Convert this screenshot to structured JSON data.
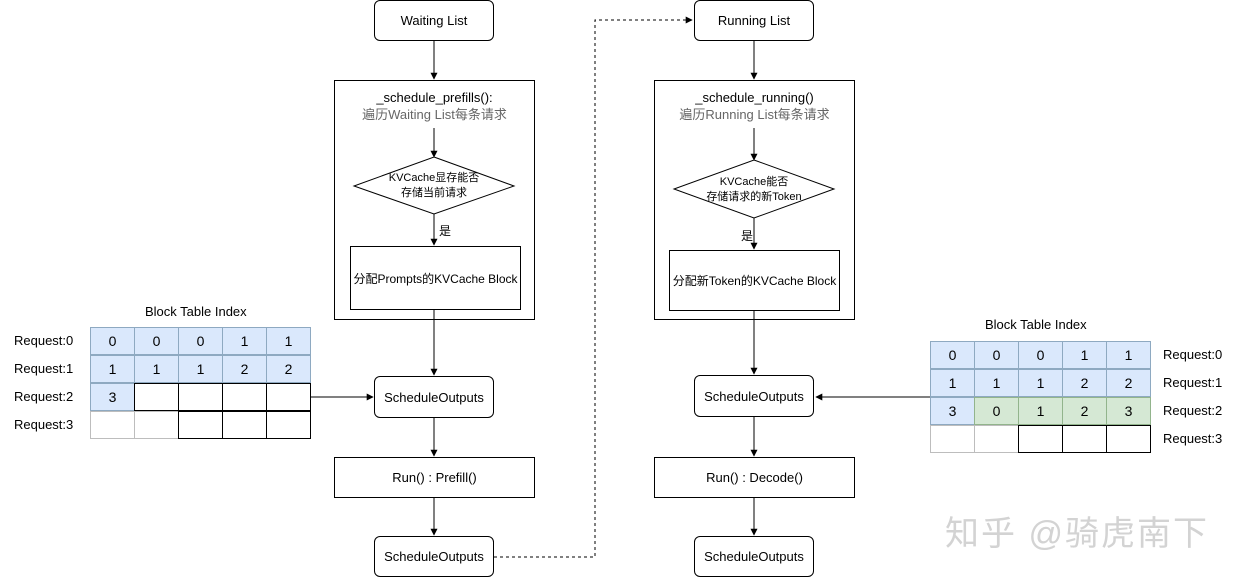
{
  "left_flow": {
    "waiting_list": "Waiting List",
    "schedule_fn": "_schedule_prefills():",
    "schedule_sub": "遍历Waiting List每条请求",
    "decision": [
      "KVCache显存能否",
      "存储当前请求"
    ],
    "yes": "是",
    "allocate": "分配Prompts的KVCache Block",
    "schedule_outputs_1": "ScheduleOutputs",
    "run": "Run() : Prefill()",
    "schedule_outputs_2": "ScheduleOutputs"
  },
  "right_flow": {
    "running_list": "Running List",
    "schedule_fn": "_schedule_running()",
    "schedule_sub": "遍历Running List每条请求",
    "decision": [
      "KVCache能否",
      "存储请求的新Token"
    ],
    "yes": "是",
    "allocate": "分配新Token的KVCache Block",
    "schedule_outputs_1": "ScheduleOutputs",
    "run": "Run() : Decode()",
    "schedule_outputs_2": "ScheduleOutputs"
  },
  "left_table": {
    "title": "Block Table Index",
    "rows": [
      {
        "label": "Request:0",
        "cells": [
          "0",
          "0",
          "0",
          "1",
          "1"
        ]
      },
      {
        "label": "Request:1",
        "cells": [
          "1",
          "1",
          "1",
          "2",
          "2"
        ]
      },
      {
        "label": "Request:2",
        "cells": [
          "3",
          "",
          "",
          "",
          ""
        ]
      },
      {
        "label": "Request:3",
        "cells": [
          "",
          "",
          "",
          "",
          ""
        ]
      }
    ]
  },
  "right_table": {
    "title": "Block Table Index",
    "rows": [
      {
        "label": "Request:0",
        "cells": [
          "0",
          "0",
          "0",
          "1",
          "1"
        ]
      },
      {
        "label": "Request:1",
        "cells": [
          "1",
          "1",
          "1",
          "2",
          "2"
        ]
      },
      {
        "label": "Request:2",
        "cells": [
          "3",
          "0",
          "1",
          "2",
          "3"
        ]
      },
      {
        "label": "Request:3",
        "cells": [
          "",
          "",
          "",
          "",
          ""
        ]
      }
    ]
  },
  "watermark": "知乎 @骑虎南下",
  "colors": {
    "blue_fill": "#dae8fc",
    "green_fill": "#d5e8d4",
    "subtitle_gray": "#666666"
  }
}
